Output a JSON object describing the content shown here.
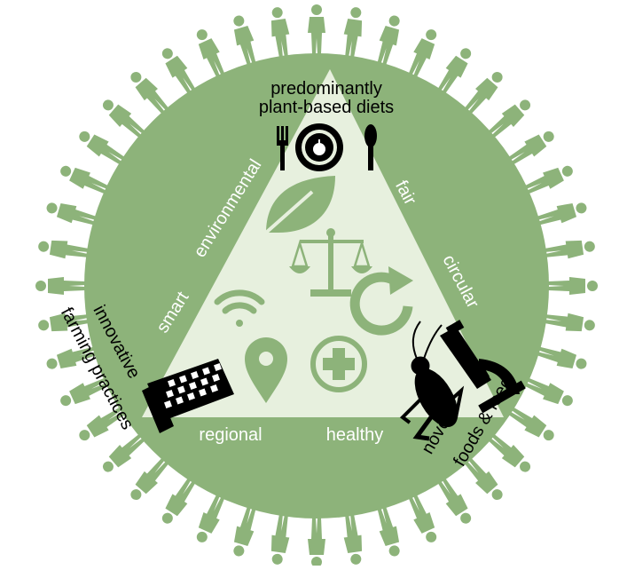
{
  "colors": {
    "circle": "#8db37a",
    "triangle": "#e7f0de",
    "people": "#8db37a",
    "icon_light": "#8db37a",
    "white_text": "#ffffff",
    "black": "#000000"
  },
  "labels": {
    "top_line1": "predominantly",
    "top_line2": "plant-based diets",
    "environmental": "environmental",
    "fair": "fair",
    "circular": "circular",
    "smart": "smart",
    "regional": "regional",
    "healthy": "healthy",
    "innovative_line1": "innovative",
    "innovative_line2": "farming practices",
    "novel_line1": "novel",
    "novel_line2": "foods & feed"
  },
  "icons": [
    "people-icon",
    "wheelchair-icon",
    "cutlery-plate-icon",
    "leaf-icon",
    "scales-icon",
    "wifi-icon",
    "recycle-arrow-icon",
    "location-pin-icon",
    "health-cross-icon",
    "vertical-farm-building-icon",
    "cricket-icon",
    "microscope-icon"
  ]
}
